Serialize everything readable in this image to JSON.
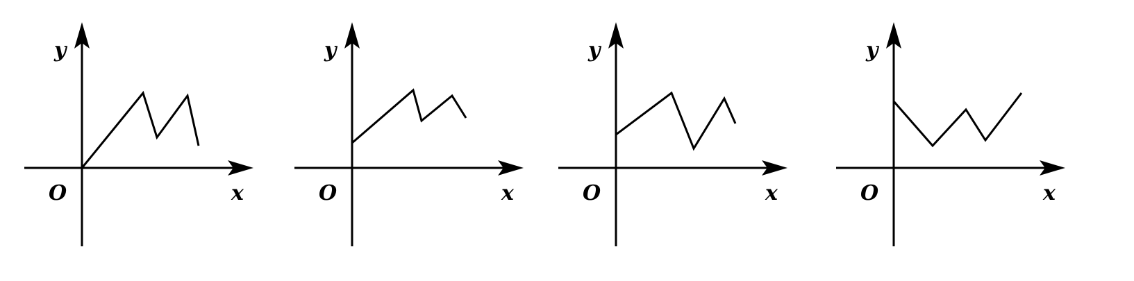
{
  "labels": {
    "origin": "O",
    "x_axis": "x",
    "y_axis": "y"
  },
  "style": {
    "stroke_color": "#000000",
    "background": "#ffffff"
  },
  "chart_data": [
    {
      "type": "line",
      "series": [
        {
          "x": [
            0,
            1.1,
            1.35,
            1.9,
            2.1
          ],
          "y": [
            0,
            1.35,
            0.55,
            1.3,
            0.4
          ]
        }
      ]
    },
    {
      "type": "line",
      "series": [
        {
          "x": [
            0,
            1.1,
            1.25,
            1.8,
            2.05
          ],
          "y": [
            0.45,
            1.4,
            0.85,
            1.3,
            0.9
          ]
        }
      ]
    },
    {
      "type": "line",
      "series": [
        {
          "x": [
            0,
            1.0,
            1.4,
            1.95,
            2.15
          ],
          "y": [
            0.6,
            1.35,
            0.35,
            1.25,
            0.8
          ]
        }
      ]
    },
    {
      "type": "line",
      "series": [
        {
          "x": [
            0,
            0.7,
            1.3,
            1.65,
            2.3
          ],
          "y": [
            1.2,
            0.4,
            1.05,
            0.5,
            1.35
          ]
        }
      ]
    }
  ]
}
